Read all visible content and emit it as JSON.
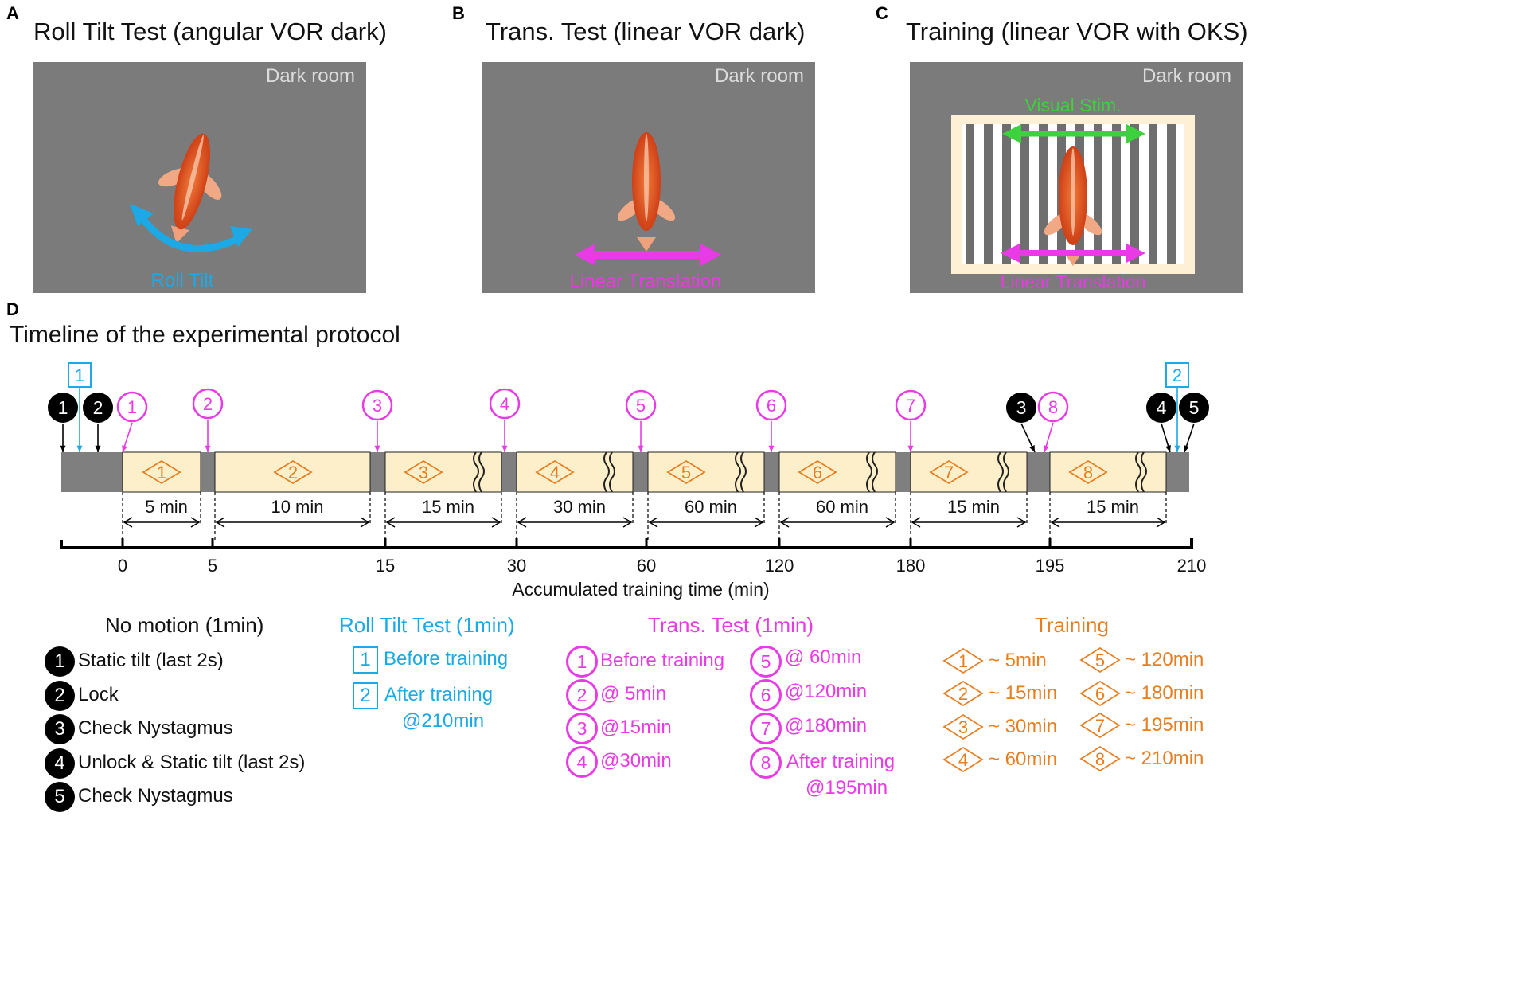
{
  "panels": [
    {
      "letter": "A",
      "title": "Roll Tilt Test (angular VOR dark)",
      "room_label": "Dark room",
      "motion_label": "Roll Tilt"
    },
    {
      "letter": "B",
      "title": "Trans. Test (linear VOR dark)",
      "room_label": "Dark room",
      "motion_label": "Linear Translation"
    },
    {
      "letter": "C",
      "title": "Training (linear VOR with OKS)",
      "room_label": "Dark room",
      "visual_label": "Visual Stim.",
      "motion_label": "Linear Translation"
    }
  ],
  "timeline": {
    "letter": "D",
    "title": "Timeline of the experimental protocol",
    "axis_label": "Accumulated training time (min)",
    "ticks": [
      "0",
      "5",
      "15",
      "30",
      "60",
      "120",
      "180",
      "195",
      "210"
    ],
    "durations": [
      "5 min",
      "10 min",
      "15 min",
      "30 min",
      "60 min",
      "60 min",
      "15 min",
      "15 min"
    ],
    "training_marks": [
      "1",
      "2",
      "3",
      "4",
      "5",
      "6",
      "7",
      "8"
    ],
    "trans_marks": [
      "1",
      "2",
      "3",
      "4",
      "5",
      "6",
      "7",
      "8"
    ],
    "no_motion_marks": [
      "1",
      "2",
      "3",
      "4",
      "5"
    ],
    "roll_marks": [
      "1",
      "2"
    ]
  },
  "legend": {
    "no_motion": {
      "title": "No motion (1min)",
      "items": [
        {
          "num": "1",
          "text": "Static tilt (last 2s)"
        },
        {
          "num": "2",
          "text": "Lock"
        },
        {
          "num": "3",
          "text": "Check Nystagmus"
        },
        {
          "num": "4",
          "text": "Unlock & Static tilt (last 2s)"
        },
        {
          "num": "5",
          "text": "Check Nystagmus"
        }
      ]
    },
    "roll_tilt": {
      "title": "Roll Tilt Test (1min)",
      "items": [
        {
          "num": "1",
          "text": "Before training"
        },
        {
          "num": "2",
          "text": "After training",
          "sub": "@210min"
        }
      ]
    },
    "trans": {
      "title": "Trans. Test (1min)",
      "items": [
        {
          "num": "1",
          "text": "Before training"
        },
        {
          "num": "2",
          "text": "@  5min"
        },
        {
          "num": "3",
          "text": "@15min"
        },
        {
          "num": "4",
          "text": "@30min"
        },
        {
          "num": "5",
          "text": "@  60min"
        },
        {
          "num": "6",
          "text": "@120min"
        },
        {
          "num": "7",
          "text": "@180min"
        },
        {
          "num": "8",
          "text": "After training",
          "sub": "@195min"
        }
      ]
    },
    "training": {
      "title": "Training",
      "items": [
        {
          "num": "1",
          "text": "~   5min"
        },
        {
          "num": "2",
          "text": "~ 15min"
        },
        {
          "num": "3",
          "text": "~ 30min"
        },
        {
          "num": "4",
          "text": "~ 60min"
        },
        {
          "num": "5",
          "text": "~ 120min"
        },
        {
          "num": "6",
          "text": "~ 180min"
        },
        {
          "num": "7",
          "text": "~ 195min"
        },
        {
          "num": "8",
          "text": "~ 210min"
        }
      ]
    }
  },
  "colors": {
    "cyan": "#1ca9e5",
    "magenta": "#e83ae5",
    "orange": "#e67e22",
    "green": "#3dd13d",
    "room_gray": "#7b7b7b",
    "bar_gray": "#7f7f7f",
    "train_fill": "#fdefc9"
  }
}
